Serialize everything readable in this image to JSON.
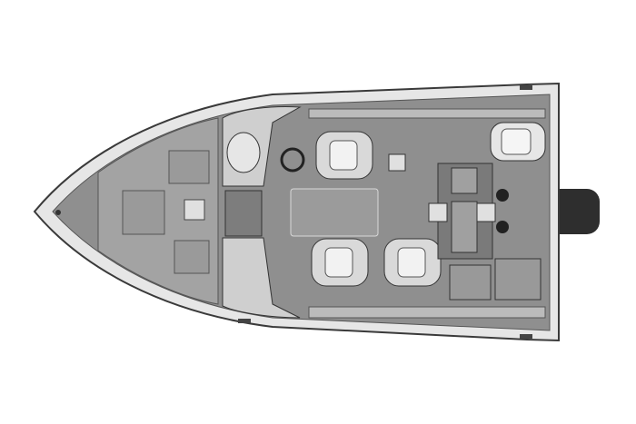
{
  "colors": {
    "background": "#ffffff",
    "hull_outline": "#3a3a3a",
    "gunwale": "#e6e6e6",
    "deck": "#8f8f8f",
    "deck_light": "#b5b5b5",
    "seat": "#d9d9d9",
    "motor": "#2e2e2e"
  },
  "icons": [
    "boat-hull",
    "seat",
    "outboard-motor",
    "steering-wheel",
    "windshield"
  ]
}
